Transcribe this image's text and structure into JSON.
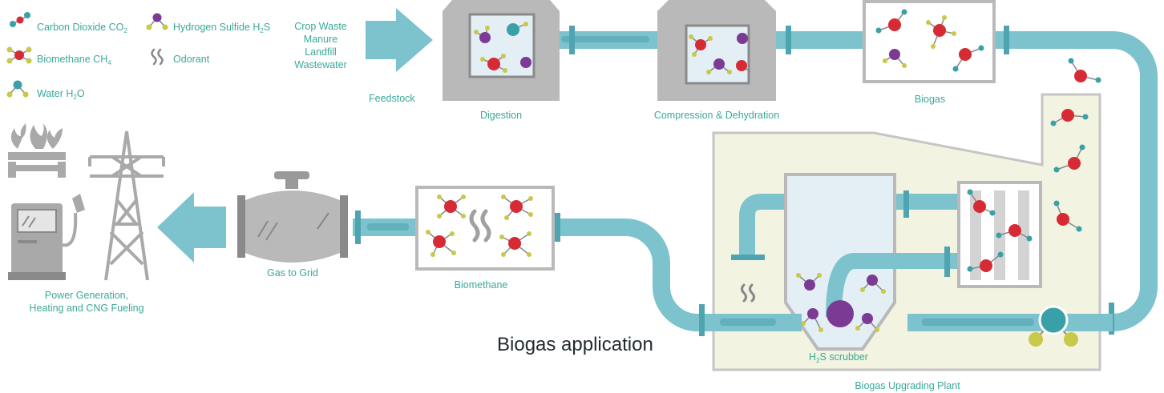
{
  "legend": {
    "co2": {
      "label": "Carbon Dioxide CO",
      "sub": "2"
    },
    "h2s": {
      "label_a": "Hydrogen Sulfide H",
      "sub": "2",
      "label_b": "S"
    },
    "ch4": {
      "label": "Biomethane CH",
      "sub": "4"
    },
    "odorant": {
      "label": "Odorant"
    },
    "h2o": {
      "label": "Water H",
      "sub": "2",
      "label_b": "O"
    }
  },
  "feedstock": {
    "items": [
      "Crop Waste",
      "Manure",
      "Landfill",
      "Wastewater"
    ],
    "label": "Feedstock"
  },
  "stages": {
    "digestion": "Digestion",
    "compression": "Compression & Dehydration",
    "biogas": "Biogas",
    "scrubber_a": "H",
    "scrubber_sub": "2",
    "scrubber_b": "S scrubber",
    "upgrading": "Biogas Upgrading Plant",
    "biomethane": "Biomethane",
    "grid": "Gas to Grid",
    "end_use_line1": "Power Generation,",
    "end_use_line2": "Heating and CNG Fueling"
  },
  "caption": "Biogas application",
  "colors": {
    "pipe": "#7dc3cd",
    "pipe_dark": "#4fa4b1",
    "machine": "#b9b9b9",
    "machine_dark": "#9a9a9a",
    "plant_bg": "#f3f3e1",
    "carbon": "#d62b35",
    "oxygen": "#3aa0a8",
    "sulfur": "#7b3a93",
    "hydrogen": "#c8c84a",
    "label": "#3aa898"
  }
}
